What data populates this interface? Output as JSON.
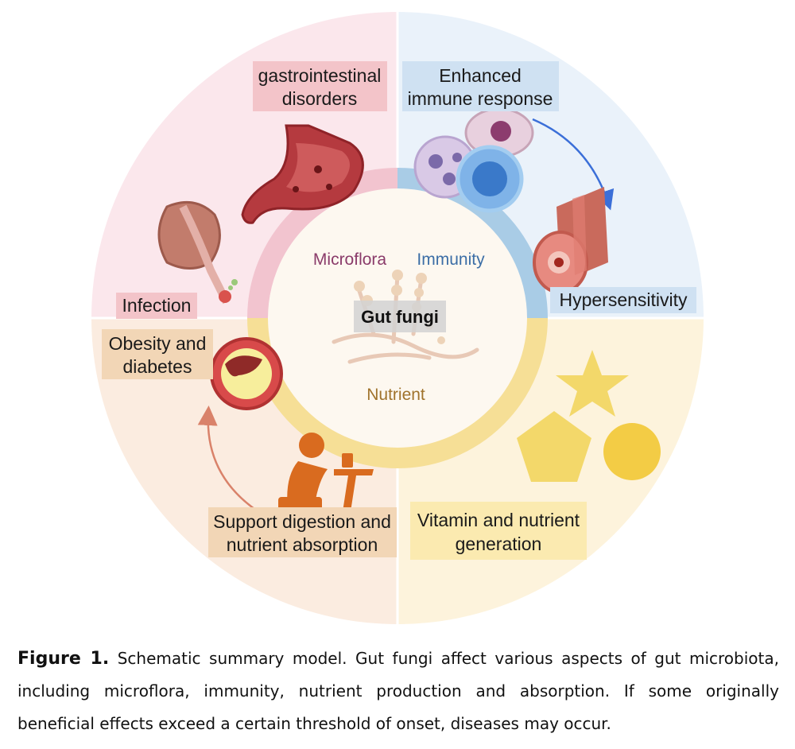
{
  "diagram": {
    "center_label": "Gut fungi",
    "ring": {
      "microflora": "Microflora",
      "immunity": "Immunity",
      "nutrient": "Nutrient"
    },
    "boxes": {
      "gi_line1": "gastrointestinal",
      "gi_line2": "disorders",
      "immune_line1": "Enhanced",
      "immune_line2": "immune response",
      "infection": "Infection",
      "hypersensitivity": "Hypersensitivity",
      "obesity_line1": "Obesity and",
      "obesity_line2": "diabetes",
      "digestion_line1": "Support digestion and",
      "digestion_line2": "nutrient absorption",
      "vitamin_line1": "Vitamin and nutrient",
      "vitamin_line2": "generation"
    },
    "colors": {
      "microflora": "#f2c4cf",
      "immunity": "#a9cce6",
      "nutrient": "#f6df96",
      "bg_pink": "#fbe7ec",
      "bg_blue": "#eaf2fa",
      "bg_yellow": "#fdf3dc",
      "bg_peach": "#fbece0"
    }
  },
  "caption": {
    "label": "Figure 1.",
    "text": "Schematic summary model. Gut fungi affect various aspects of gut microbiota, including microflora, immunity, nutrient production and absorption. If some originally beneficial effects exceed a certain threshold of onset, diseases may occur."
  }
}
